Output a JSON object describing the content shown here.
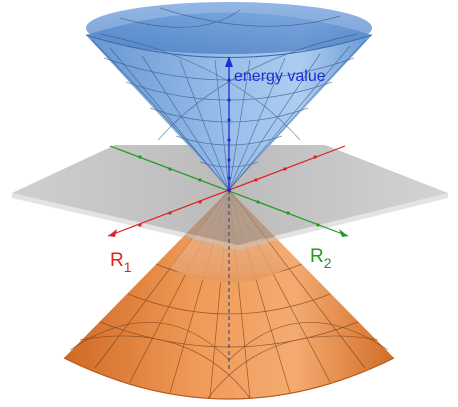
{
  "labels": {
    "z_axis": "energy value",
    "r1_base": "R",
    "r1_sub": "1",
    "r2_base": "R",
    "r2_sub": "2"
  },
  "colors": {
    "upper_cone": "#7aa7dc",
    "lower_cone": "#e8843c",
    "plane": "#9a9a9a",
    "r1_axis": "#e02020",
    "r2_axis": "#1f9a1f",
    "z_axis": "#1b2fd6"
  }
}
